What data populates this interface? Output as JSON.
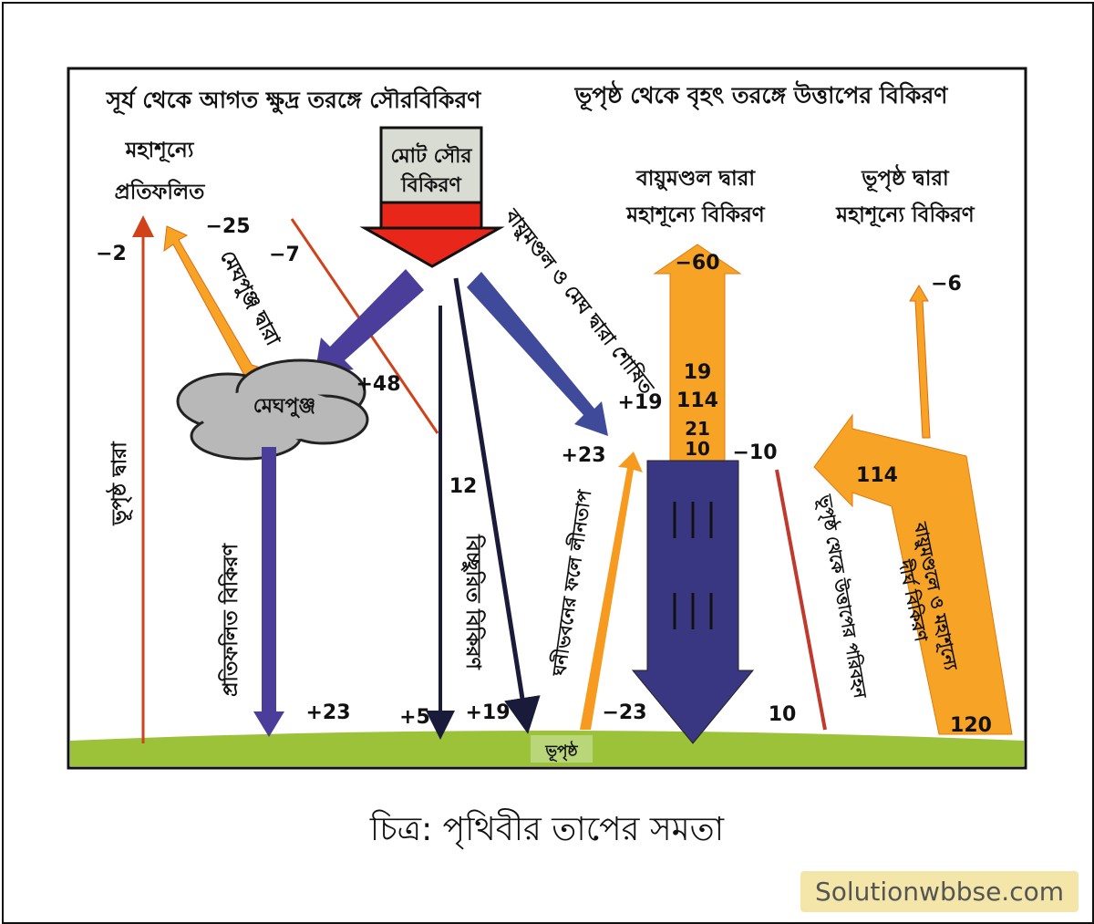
{
  "header": {
    "left": "সূর্য থেকে আগত ক্ষুদ্র তরঙ্গে সৌরবিকিরণ",
    "right": "ভূপৃষ্ঠ থেকে বৃহৎ তরঙ্গে উত্তাপের বিকিরণ"
  },
  "labels": {
    "space_reflected_1": "মহাশূন্যে",
    "space_reflected_2": "প্রতিফলিত",
    "total_solar_1": "মোট সৌর",
    "total_solar_2": "বিকিরণ",
    "by_clouds": "মেঘপুঞ্জ দ্বারা",
    "cloud": "মেঘপুঞ্জ",
    "by_surface": "ভূপৃষ্ঠ দ্বারা",
    "reflected_radiation": "প্রতিফলিত বিকিরণ",
    "diffused_radiation": "বিচ্ছুরিত বিকিরণ",
    "absorbed_by_atmosphere": "বায়ুমণ্ডল ও মেঘ দ্বারা শোষিত",
    "latent_heat": "ঘনীভবনের ফলে লীনতাপ",
    "atm_to_space_1": "বায়ুমণ্ডল দ্বারা",
    "atm_to_space_2": "মহাশূন্যে বিকিরণ",
    "surface_to_space_1": "ভূপৃষ্ঠ দ্বারা",
    "surface_to_space_2": "মহাশূন্যে বিকিরণ",
    "conduction": "ভূপৃষ্ঠ থেকে উত্তাপের পরিবহন",
    "longwave_1": "বায়ুমণ্ডলে ও মহাশূন্যে",
    "longwave_2": "দীর্ঘ বিকিরণ",
    "ground": "ভূপৃষ্ঠ"
  },
  "values": {
    "v_m2": "−2",
    "v_m25": "−25",
    "v_m7": "−7",
    "v_p48": "+48",
    "v_p23a": "+23",
    "v_p5": "+5",
    "v_12": "12",
    "v_p19a": "+19",
    "v_p19b": "+19",
    "v_p23b": "+23",
    "v_m23": "−23",
    "v_m60": "−60",
    "v_19": "19",
    "v_114a": "114",
    "v_21": "21",
    "v_10a": "10",
    "v_m10": "−10",
    "v_10b": "10",
    "v_m6": "−6",
    "v_114b": "114",
    "v_120": "120"
  },
  "caption": "চিত্র: পৃথিবীর তাপের সমতা",
  "watermark": "Solutionwbbse.com",
  "colors": {
    "orange": "#f7a325",
    "red": "#e8261a",
    "blue": "#3d3a8c",
    "ground": "#9cc23a",
    "cloud": "#b8b8b8"
  }
}
